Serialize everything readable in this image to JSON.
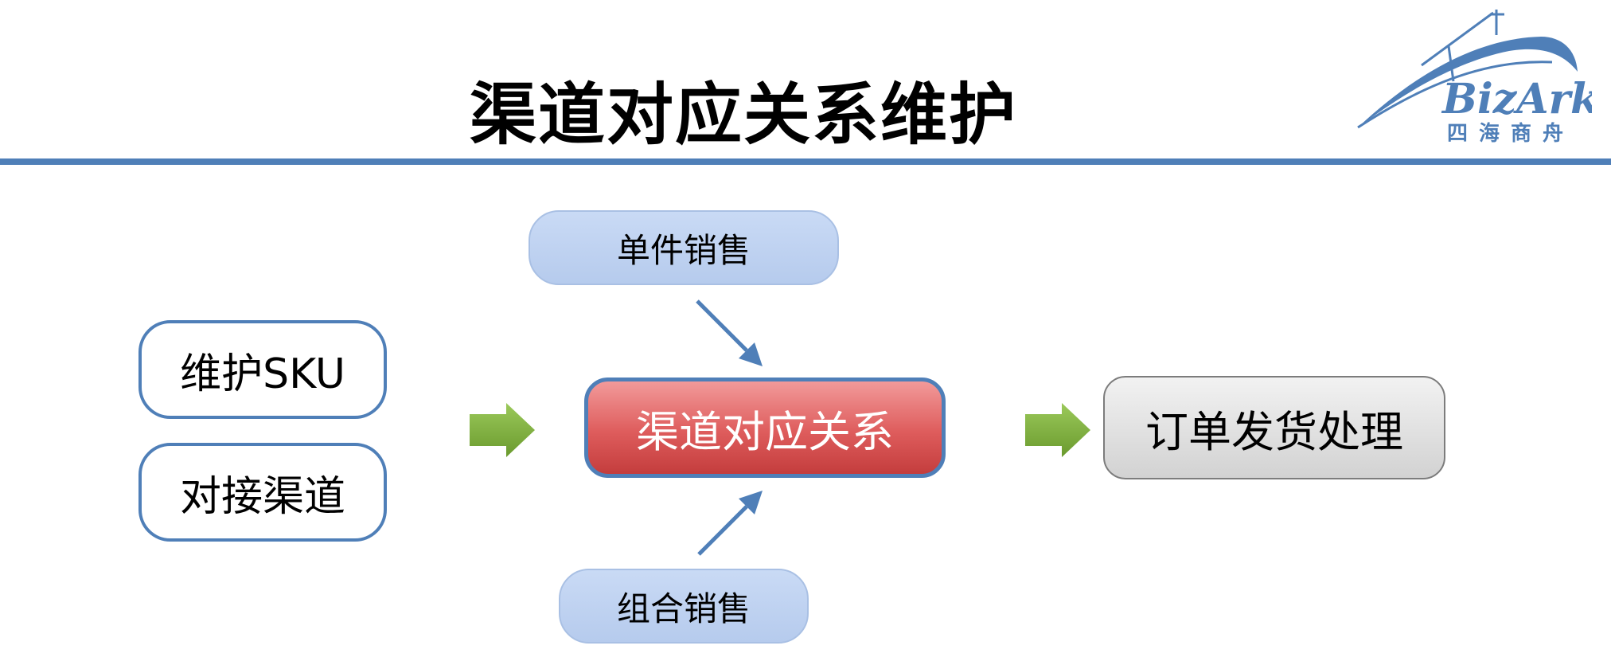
{
  "title": "渠道对应关系维护",
  "logo": {
    "brand": "BizArk",
    "tagline": "四海商舟"
  },
  "diagram": {
    "inputs": [
      "维护SKU",
      "对接渠道"
    ],
    "center": "渠道对应关系",
    "top_feed": "单件销售",
    "bottom_feed": "组合销售",
    "output": "订单发货处理"
  },
  "colors": {
    "accent_blue": "#4f7fb8",
    "center_red": "#d9534f",
    "arrow_green": "#7aab3a",
    "feed_blue": "#c3d5f2",
    "output_gray": "#dcdcdc"
  }
}
